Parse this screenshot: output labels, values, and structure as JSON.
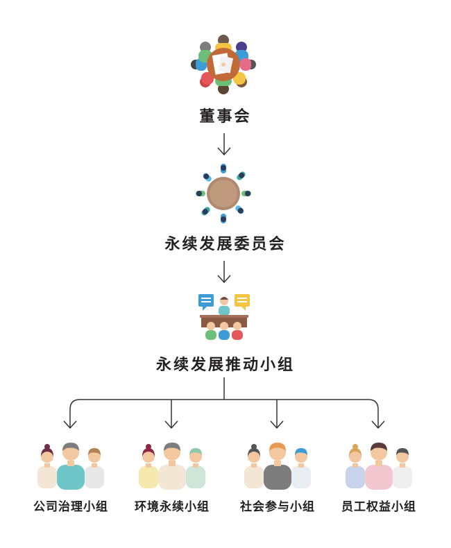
{
  "levels": [
    {
      "label": "董事会",
      "icon": "board-meeting-icon"
    },
    {
      "label": "永续发展委员会",
      "icon": "committee-table-icon"
    },
    {
      "label": "永续发展推动小组",
      "icon": "presenter-with-audience-icon"
    }
  ],
  "groups": [
    {
      "label": "公司治理小组",
      "icon": "team-people-icon"
    },
    {
      "label": "环境永续小组",
      "icon": "team-people-icon"
    },
    {
      "label": "社会参与小组",
      "icon": "team-people-icon"
    },
    {
      "label": "员工权益小组",
      "icon": "team-people-icon"
    }
  ],
  "colors": {
    "text": "#231f20",
    "arrow": "#333333",
    "skin": "#f3c7a0",
    "hair_gray": "#7d7d7d",
    "accent_teal": "#6ec6c8",
    "accent_pink": "#f0a9b5",
    "accent_blue": "#3d9bd5",
    "accent_yellow": "#f5c443",
    "accent_green": "#6cbf79",
    "accent_red": "#e4575b",
    "table_brown": "#8a5a44"
  }
}
